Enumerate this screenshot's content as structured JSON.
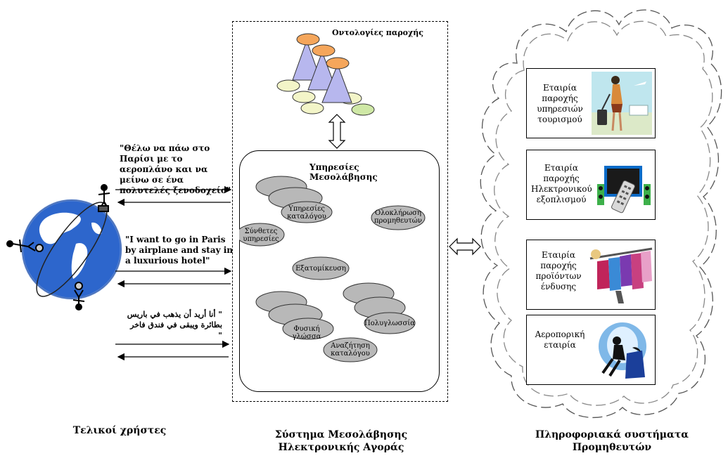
{
  "left": {
    "quote_greek": "\"Θέλω να πάω στο Παρίσι με το αεροπλάνο και να μείνω σε ένα πολυτελές ξενοδοχείο\"",
    "quote_english": "\"I want to go in Paris by airplane and stay in a luxurious hotel\"",
    "quote_arabic": "\" أنا أريد أن يذهب في باريس بطائرة ويبقى في فندق فاخر \"",
    "caption": "Τελικοί χρήστες"
  },
  "middle": {
    "ontology_title": "Οντολογίες παροχής",
    "services_title": "Υπηρεσίες Μεσολάβησης",
    "services": {
      "catalog": "Υπηρεσίες καταλόγου",
      "composite": "Σύνθετες υπηρεσίες",
      "supplier_integration": "Ολοκλήρωση προμηθευτών",
      "personalization": "Εξατομίκευση",
      "multilingual_search": "Φυσική γλώσσα",
      "multilingual": "Πολυγλωσσία",
      "catalog_search": "Αναζήτηση καταλόγου"
    },
    "caption_line1": "Σύστημα Μεσολάβησης",
    "caption_line2": "Ηλεκτρονικής Αγοράς"
  },
  "right": {
    "providers": [
      {
        "label": "Εταιρία παροχής υπηρεσιών τουρισμού",
        "icon": "traveler-icon"
      },
      {
        "label": "Εταιρία παροχής Ηλεκτρονικού εξοπλισμού",
        "icon": "electronics-icon"
      },
      {
        "label": "Εταιρία παροχής προϊόντων ένδυσης",
        "icon": "clothing-rack-icon"
      },
      {
        "label": "Αεροπορική εταιρία",
        "icon": "airline-seat-icon"
      }
    ],
    "caption_line1": "Πληροφοριακά συστήματα",
    "caption_line2": "Προμηθευτών"
  },
  "colors": {
    "ontology_node": "#f5a65b",
    "ontology_triangle": "#b7b7ee",
    "ontology_leaf": "#f3f5c8",
    "ontology_leaf_green": "#cfe8a6",
    "service_ellipse": "#b8b8b8",
    "globe_ocean": "#3a73d6",
    "globe_land": "#ffffff"
  }
}
